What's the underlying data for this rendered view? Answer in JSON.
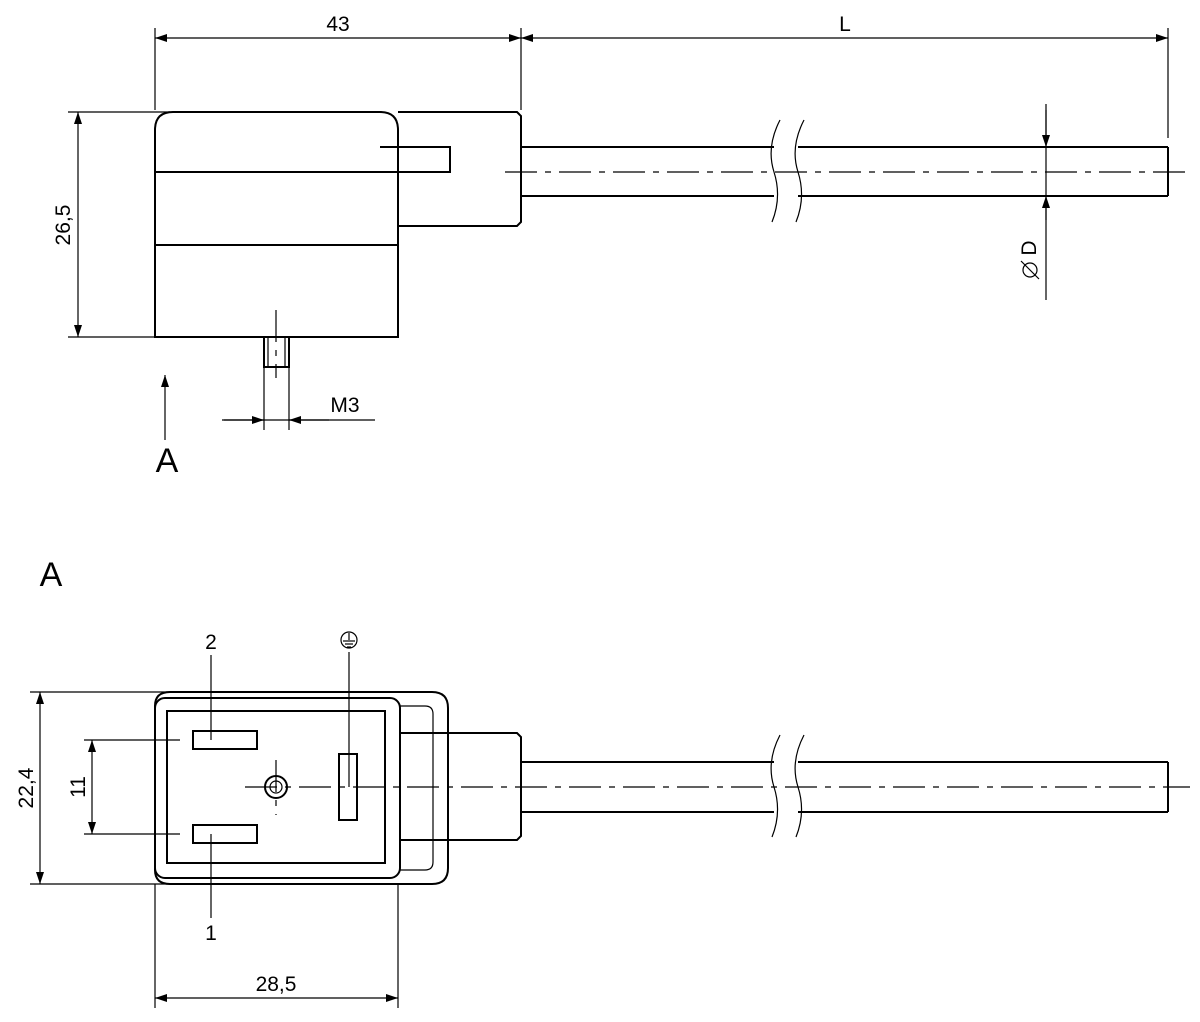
{
  "dimensions": {
    "width_43": "43",
    "length_L": "L",
    "height_26_5": "26,5",
    "diameter_D": "D",
    "thread_M3": "M3",
    "height_22_4": "22,4",
    "pitch_11": "11",
    "width_28_5": "28,5"
  },
  "labels": {
    "view_arrow": "A",
    "view_title": "A",
    "pin_2": "2",
    "pin_1": "1"
  },
  "symbols": {
    "diameter": "diameter-symbol",
    "ground": "ground-icon"
  },
  "colors": {
    "line": "#000000",
    "background": "#ffffff"
  }
}
